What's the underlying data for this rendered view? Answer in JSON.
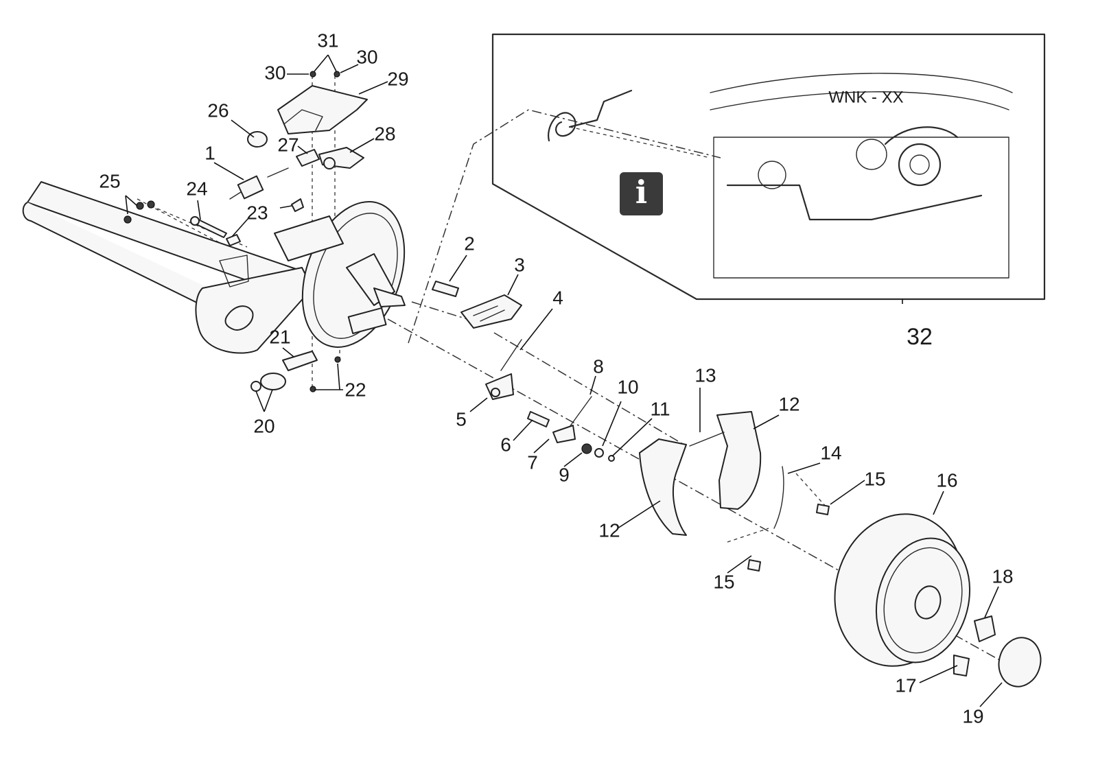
{
  "callouts": {
    "c1": "1",
    "c2": "2",
    "c3": "3",
    "c4": "4",
    "c5": "5",
    "c6": "6",
    "c7": "7",
    "c8": "8",
    "c9": "9",
    "c10": "10",
    "c11": "11",
    "c12a": "12",
    "c12b": "12",
    "c13": "13",
    "c14": "14",
    "c15a": "15",
    "c15b": "15",
    "c16": "16",
    "c17": "17",
    "c18": "18",
    "c19": "19",
    "c20": "20",
    "c21": "21",
    "c22": "22",
    "c23": "23",
    "c24": "24",
    "c25": "25",
    "c26": "26",
    "c27": "27",
    "c28": "28",
    "c29": "29",
    "c30a": "30",
    "c30b": "30",
    "c31": "31",
    "c32": "32"
  },
  "inset": {
    "code": "WNK - XX",
    "info_icon": "info-icon",
    "info_letter": "i"
  }
}
